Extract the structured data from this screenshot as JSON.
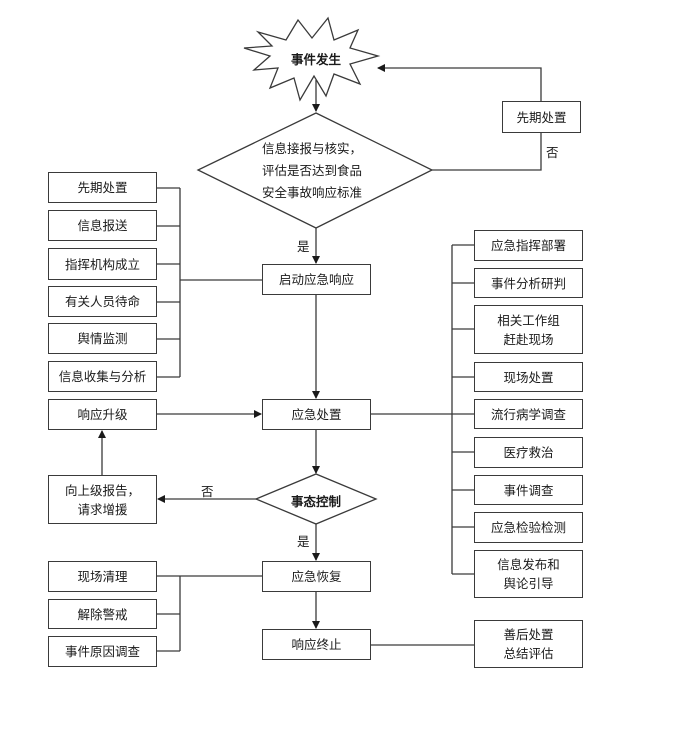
{
  "start": {
    "label": "事件发生"
  },
  "decision1": {
    "lines": [
      "信息接报与核实，",
      "评估是否达到食品",
      "安全事故响应标准"
    ],
    "yes": "是",
    "no": "否"
  },
  "early_disposal_top": {
    "label": "先期处置"
  },
  "start_response": {
    "label": "启动应急响应"
  },
  "left_tasks_1": [
    {
      "label": "先期处置"
    },
    {
      "label": "信息报送"
    },
    {
      "label": "指挥机构成立"
    },
    {
      "label": "有关人员待命"
    },
    {
      "label": "舆情监测"
    },
    {
      "label": "信息收集与分析"
    }
  ],
  "emergency_disposal": {
    "label": "应急处置"
  },
  "right_tasks": [
    {
      "lines": [
        "应急指挥部署"
      ]
    },
    {
      "lines": [
        "事件分析研判"
      ]
    },
    {
      "lines": [
        "相关工作组",
        "赶赴现场"
      ]
    },
    {
      "lines": [
        "现场处置"
      ]
    },
    {
      "lines": [
        "流行病学调查"
      ]
    },
    {
      "lines": [
        "医疗救治"
      ]
    },
    {
      "lines": [
        "事件调查"
      ]
    },
    {
      "lines": [
        "应急检验检测"
      ]
    },
    {
      "lines": [
        "信息发布和",
        "舆论引导"
      ]
    }
  ],
  "escalate": {
    "label": "响应升级"
  },
  "report_up": {
    "lines": [
      "向上级报告，",
      "请求增援"
    ]
  },
  "decision2": {
    "label": "事态控制",
    "yes": "是",
    "no": "否"
  },
  "recovery": {
    "label": "应急恢复"
  },
  "left_tasks_2": [
    {
      "label": "现场清理"
    },
    {
      "label": "解除警戒"
    },
    {
      "label": "事件原因调查"
    }
  ],
  "termination": {
    "label": "响应终止"
  },
  "aftermath": {
    "lines": [
      "善后处置",
      "总结评估"
    ]
  }
}
